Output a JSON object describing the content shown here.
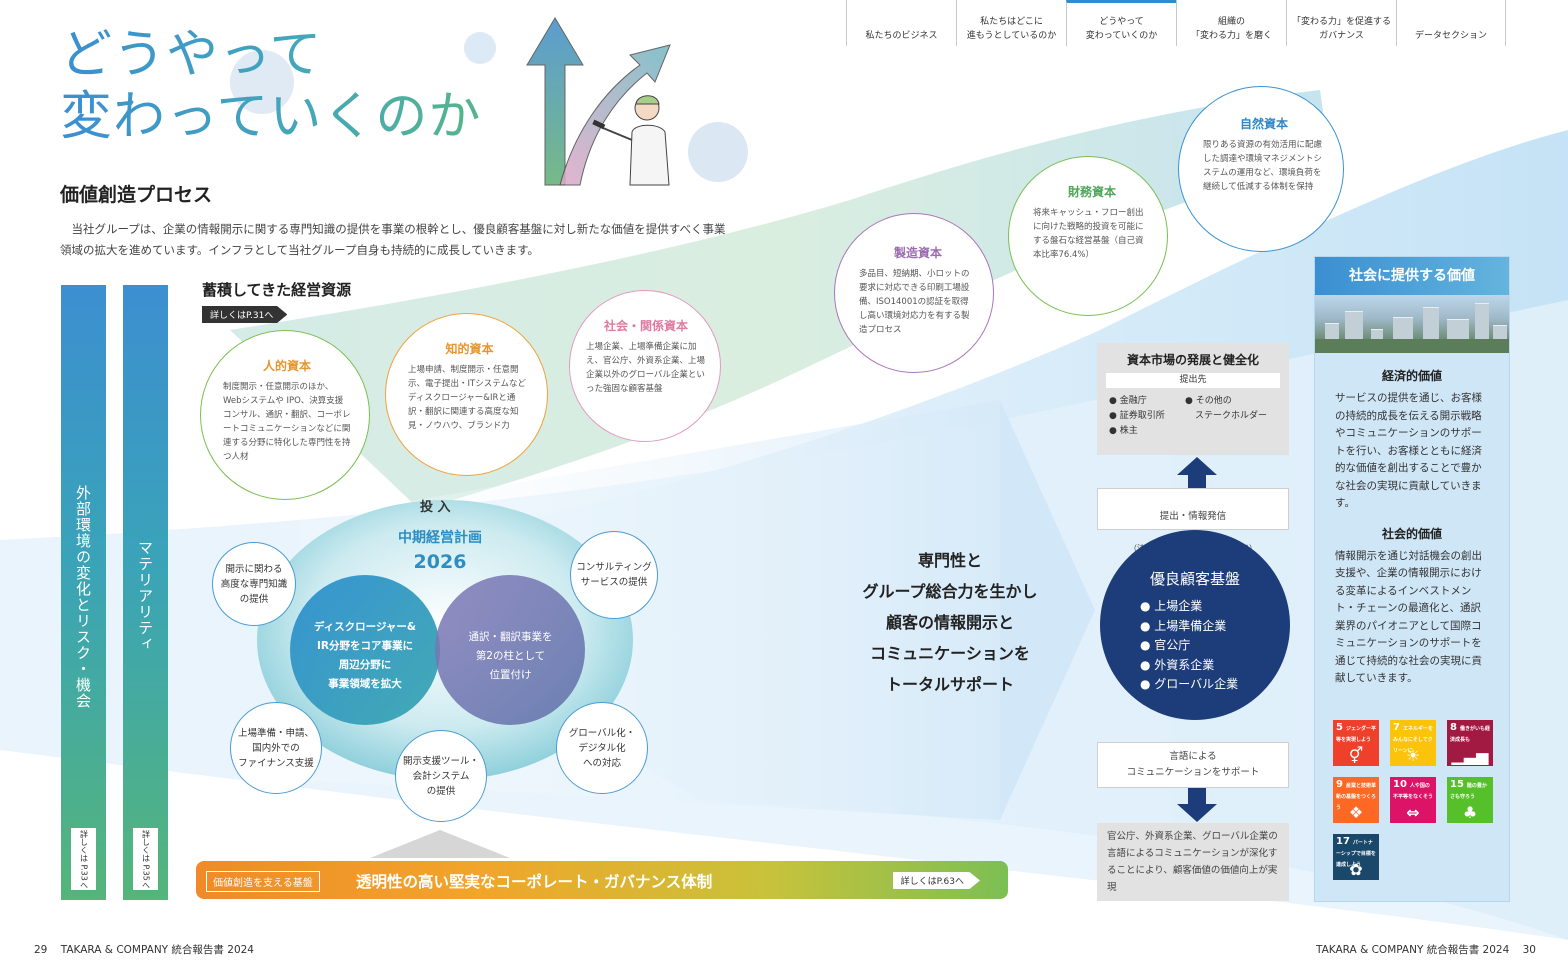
{
  "tabs": [
    {
      "label": "私たちのビジネス",
      "active": false
    },
    {
      "label": "私たちはどこに\n進もうとしているのか",
      "active": false
    },
    {
      "label": "どうやって\n変わっていくのか",
      "active": true
    },
    {
      "label": "組織の\n「変わる力」を磨く",
      "active": false
    },
    {
      "label": "「変わる力」を促進する\nガバナンス",
      "active": false
    },
    {
      "label": "データセクション",
      "active": false
    }
  ],
  "title": "どうやって\n変わっていくのか",
  "section_title": "価値創造プロセス",
  "intro": "当社グループは、企業の情報開示に関する専門知識の提供を事業の根幹とし、優良顧客基盤に対し新たな価値を提供すべく事業領域の拡大を進めています。インフラとして当社グループ自身も持続的に成長していきます。",
  "left_bars": {
    "external": {
      "label": "外部環境の変化とリスク・機会",
      "note": "詳しくは\nP.33へ"
    },
    "materiality": {
      "label": "マテリアリティ",
      "note": "詳しくは\nP.35へ"
    }
  },
  "resources": {
    "heading": "蓄積してきた経営資源",
    "link": "詳しくはP.31へ",
    "human": {
      "title": "人的資本",
      "body": "制度開示・任意開示のほか、Webシステムや IPO、決算支援コンサル、通訳・翻訳、コーポレートコミュニケーションなどに関連する分野に特化した専門性を持つ人材"
    },
    "intellectual": {
      "title": "知的資本",
      "body": "上場申請、制度開示・任意開示、電子提出・ITシステムなどディスクロージャー&IRと通訳・翻訳に関連する高度な知見・ノウハウ、ブランド力"
    },
    "social": {
      "title": "社会・関係資本",
      "body": "上場企業、上場準備企業に加え、官公庁、外資系企業、上場企業以外のグローバル企業といった強固な顧客基盤"
    },
    "manufactured": {
      "title": "製造資本",
      "body": "多品目、短納期、小ロットの要求に対応できる印刷工場設備、ISO14001の認証を取得し高い環境対応力を有する製造プロセス"
    },
    "financial": {
      "title": "財務資本",
      "body": "将来キャッシュ・フロー創出に向けた戦略的投資を可能にする盤石な経営基盤（自己資本比率76.4%）"
    },
    "natural": {
      "title": "自然資本",
      "body": "限りある資源の有効活用に配慮した調達や環境マネジメントシステムの運用など、環境負荷を継続して低減する体制を保持"
    }
  },
  "input_label": "投 入",
  "plan": {
    "title": "中期経営計画",
    "year": "2026",
    "core": "ディスクロージャー&\nIR分野をコア事業に\n周辺分野に\n事業領域を拡大",
    "second": "通訳・翻訳事業を\n第2の柱として\n位置付け"
  },
  "services": {
    "expertise": "開示に関わる\n高度な専門知識\nの提供",
    "consulting": "コンサルティング\nサービスの提供",
    "finance": "上場準備・申請、\n国内外での\nファイナンス支援",
    "tools": "開示支援ツール・\n会計システム\nの提供",
    "global": "グローバル化・\nデジタル化\nへの対応"
  },
  "arrow_text": "専門性と\nグループ総合力を生かし\n顧客の情報開示と\nコミュニケーションを\nトータルサポート",
  "capital_market": {
    "title": "資本市場の発展と健全化",
    "sub": "提出先",
    "col1": [
      "金融庁",
      "証券取引所",
      "株主"
    ],
    "col2": [
      "その他の",
      "ステークホルダー"
    ]
  },
  "submit_label": "提出・情報発信",
  "submit_sub": "（法定開示・適時開示・任意開示）",
  "customer": {
    "title": "優良顧客基盤",
    "items": [
      "上場企業",
      "上場準備企業",
      "官公庁",
      "外資系企業",
      "グローバル企業"
    ]
  },
  "lang_label": "言語による\nコミュニケーションをサポート",
  "lang_body": "官公庁、外資系企業、グローバル企業の言語によるコミュニケーションが深化することにより、顧客価値の価値向上が実現",
  "social_value": {
    "title": "社会に提供する価値",
    "economic_title": "経済的価値",
    "economic_body": "サービスの提供を通じ、お客様の持続的成長を伝える開示戦略やコミュニケーションのサポートを行い、お客様とともに経済的な価値を創出することで豊かな社会の実現に貢献していきます。",
    "social_title": "社会的価値",
    "social_body": "情報開示を通じ対話機会の創出支援や、企業の情報開示における変革によるインベストメント・チェーンの最適化と、通訳業界のパイオニアとして国際コミュニケーションのサポートを通じて持続的な社会の実現に貢献していきます。"
  },
  "sdgs": [
    {
      "num": "5",
      "label": "ジェンダー平等を実現しよう",
      "color": "#ef402b",
      "icon": "gender-icon"
    },
    {
      "num": "7",
      "label": "エネルギーをみんなにそしてクリーンに",
      "color": "#fcc30b",
      "icon": "sun-icon"
    },
    {
      "num": "8",
      "label": "働きがいも経済成長も",
      "color": "#a21942",
      "icon": "growth-chart-icon"
    },
    {
      "num": "9",
      "label": "産業と技術革新の基盤をつくろう",
      "color": "#fd6925",
      "icon": "cubes-icon"
    },
    {
      "num": "10",
      "label": "人や国の不平等をなくそう",
      "color": "#dd1367",
      "icon": "equality-icon"
    },
    {
      "num": "15",
      "label": "陸の豊かさも守ろう",
      "color": "#56c02b",
      "icon": "tree-icon"
    },
    {
      "num": "17",
      "label": "パートナーシップで目標を達成しよう",
      "color": "#19486a",
      "icon": "flower-icon"
    }
  ],
  "governance": {
    "tag": "価値創造を支える基盤",
    "text": "透明性の高い堅実なコーポレート・ガバナンス体制",
    "link": "詳しくはP.63へ"
  },
  "footer": {
    "left_page": "29",
    "left_text": "TAKARA & COMPANY  統合報告書 2024",
    "right_text": "TAKARA & COMPANY  統合報告書 2024",
    "right_page": "30"
  }
}
